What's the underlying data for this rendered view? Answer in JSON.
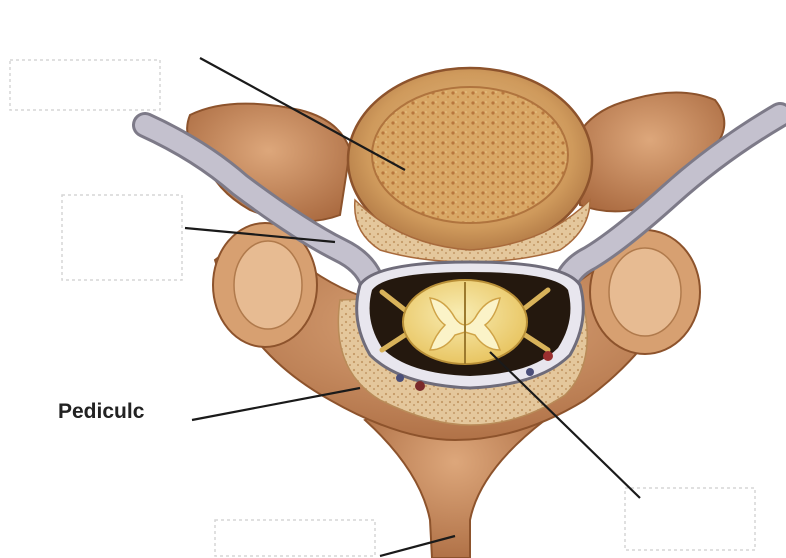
{
  "labels": {
    "pedicule": "Pediculc"
  },
  "colors": {
    "bone": "#c98a5a",
    "bone_dark": "#a8663c",
    "bone_light": "#e3b089",
    "body_top": "#d79a52",
    "spongy": "#e2c39a",
    "canal": "#2a1c10",
    "cord": "#efd27a",
    "cord_inner": "#f6e7a8",
    "artery": "#b7b4c2",
    "leader_line": "#1a1a1a",
    "placeholder_box": "#dcdcdc"
  },
  "icons": [
    "vertebra-illustration",
    "spinal-cord",
    "vertebral-artery"
  ]
}
